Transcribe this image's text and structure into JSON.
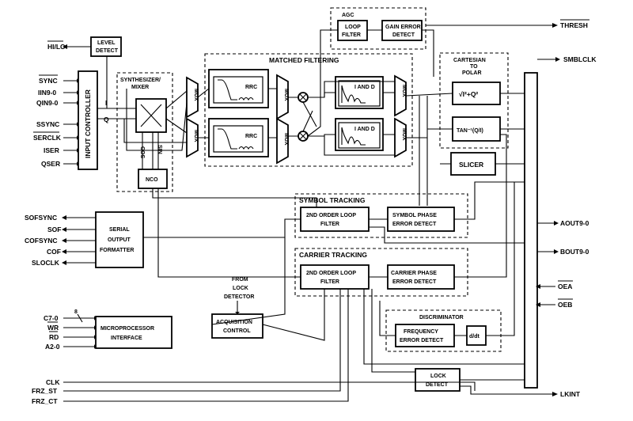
{
  "pins_left": {
    "hi_lo": "HI/LO",
    "sync": "SYNC",
    "iin": "IIN9-0",
    "qin": "QIN9-0",
    "ssync": "SSYNC",
    "serclk": "SERCLK",
    "iser": "ISER",
    "qser": "QSER",
    "sofsync": "SOFSYNC",
    "sof": "SOF",
    "cofsync": "COFSYNC",
    "cof": "COF",
    "sloclk": "SLOCLK",
    "c7": "C7-0",
    "bus_width": "8",
    "wr": "WR",
    "rd": "RD",
    "a2": "A2-0",
    "clk": "CLK",
    "frz_st": "FRZ_ST",
    "frz_ct": "FRZ_CT"
  },
  "pins_right": {
    "thresh": "THRESH",
    "smblclk": "SMBLCLK",
    "aout": "AOUT9-0",
    "bout": "BOUT9-0",
    "oea": "OEA",
    "oeb": "OEB",
    "lkint": "LKINT"
  },
  "groups": {
    "agc": "AGC",
    "matched_filtering": "MATCHED FILTERING",
    "synth_line1": "SYNTHESIZER/",
    "synth_line2": "MIXER",
    "cart_line1": "CARTESIAN",
    "cart_line2": "TO",
    "cart_line3": "POLAR",
    "symbol_tracking": "SYMBOL TRACKING",
    "carrier_tracking": "CARRIER TRACKING",
    "discriminator": "DISCRIMINATOR"
  },
  "blocks": {
    "level_detect": [
      "LEVEL",
      "DETECT"
    ],
    "input_controller": "INPUT CONTROLLER",
    "loop_filter": [
      "LOOP",
      "FILTER"
    ],
    "gain_error_detect": [
      "GAIN ERROR",
      "DETECT"
    ],
    "mux": "MUX",
    "rrc": "RRC",
    "iand_d": "I AND D",
    "nco": "NCO",
    "cos": "COS",
    "sin": "SIN",
    "mag": "√I²+Q²",
    "tan": "TAN⁻¹(Q/I)",
    "slicer": "SLICER",
    "sym_loop_filter": [
      "2ND ORDER LOOP",
      "FILTER"
    ],
    "symbol_phase": [
      "SYMBOL PHASE",
      "ERROR DETECT"
    ],
    "car_loop_filter": [
      "2ND ORDER LOOP",
      "FILTER"
    ],
    "carrier_phase": [
      "CARRIER PHASE",
      "ERROR DETECT"
    ],
    "serial_output": [
      "SERIAL",
      "OUTPUT",
      "FORMATTER"
    ],
    "from_lock": [
      "FROM",
      "LOCK",
      "DETECTOR"
    ],
    "acquisition": [
      "ACQUISITION",
      "CONTROL"
    ],
    "frequency_error": [
      "FREQUENCY",
      "ERROR DETECT"
    ],
    "dd": "d/dt",
    "microprocessor": [
      "MICROPROCESSOR",
      "INTERFACE"
    ],
    "lock_detect": [
      "LOCK",
      "DETECT"
    ]
  },
  "signals": {
    "i": "I",
    "q": "Q"
  }
}
